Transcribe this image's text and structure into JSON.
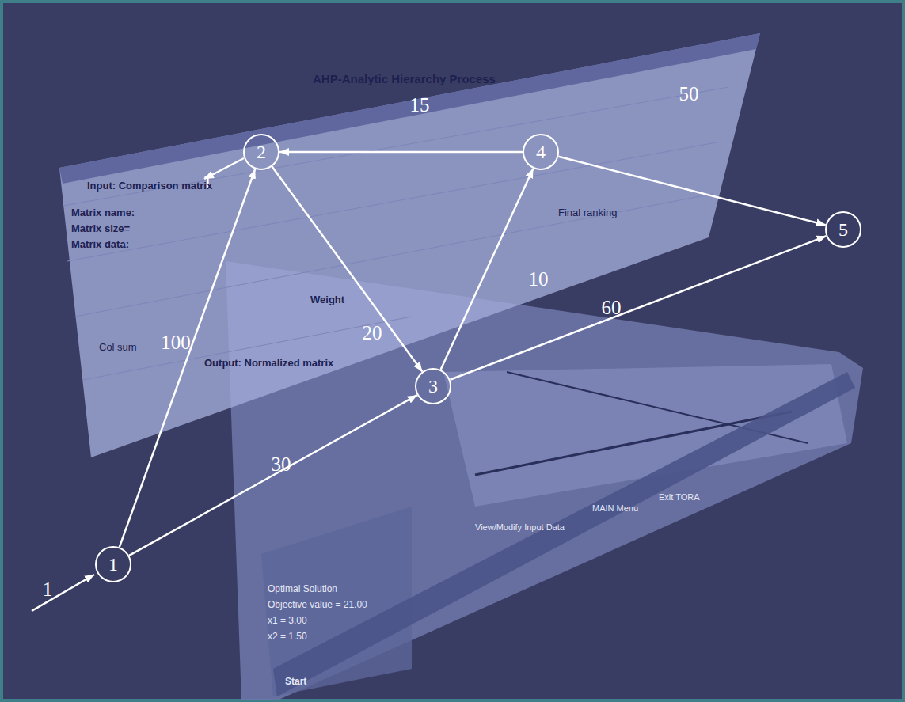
{
  "diagram": {
    "nodes": [
      {
        "text": [
          "1"
        ]
      },
      {
        "text": [
          "2"
        ]
      },
      {
        "text": [
          "3"
        ]
      },
      {
        "text": [
          "4"
        ]
      },
      {
        "text": [
          "5"
        ]
      }
    ],
    "edges": [
      {
        "from": 0,
        "to": 1,
        "arrow": "to",
        "label": "100"
      },
      {
        "from": 0,
        "to": 2,
        "arrow": "to",
        "label": "30"
      },
      {
        "from": 1,
        "to": 2,
        "arrow": "to",
        "label": "20"
      },
      {
        "from": 3,
        "to": 1,
        "arrow": "to",
        "label": "15"
      },
      {
        "from": 2,
        "to": 3,
        "arrow": "to",
        "label": "10"
      },
      {
        "from": 3,
        "to": 4,
        "arrow": "to",
        "label": "50"
      },
      {
        "from": 2,
        "to": 4,
        "arrow": "to",
        "label": "60"
      }
    ],
    "labels": [
      "1",
      "1",
      "AHP-Analytic Hierarchy Process",
      "Input: Comparison matrix",
      "Matrix name:",
      "Matrix size=",
      "Matrix data:",
      "Col sum",
      "Output: Normalized matrix",
      "Weight",
      "Final ranking",
      "Optimal Solution",
      "Objective value = 21.00",
      "x1 = 3.00",
      "x2 = 1.50",
      "View/Modify Input Data",
      "MAIN Menu",
      "Exit TORA",
      "Start"
    ]
  }
}
